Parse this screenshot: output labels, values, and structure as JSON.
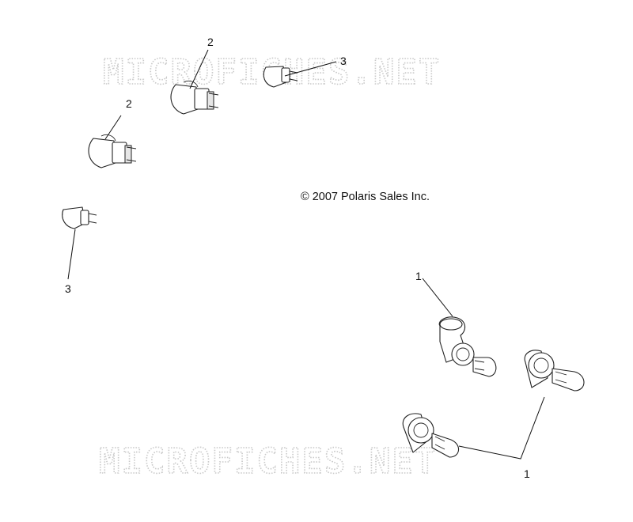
{
  "watermark": {
    "top": "MICROFICHES.NET",
    "bottom": "MICROFICHES.NET"
  },
  "copyright": "© 2007 Polaris Sales Inc.",
  "callouts": {
    "bulb_2_upper": "2",
    "bulb_2_lower": "2",
    "bulb_3_upper": "3",
    "bulb_3_lower": "3",
    "headlamp_1_upper": "1",
    "headlamp_1_lower": "1"
  }
}
